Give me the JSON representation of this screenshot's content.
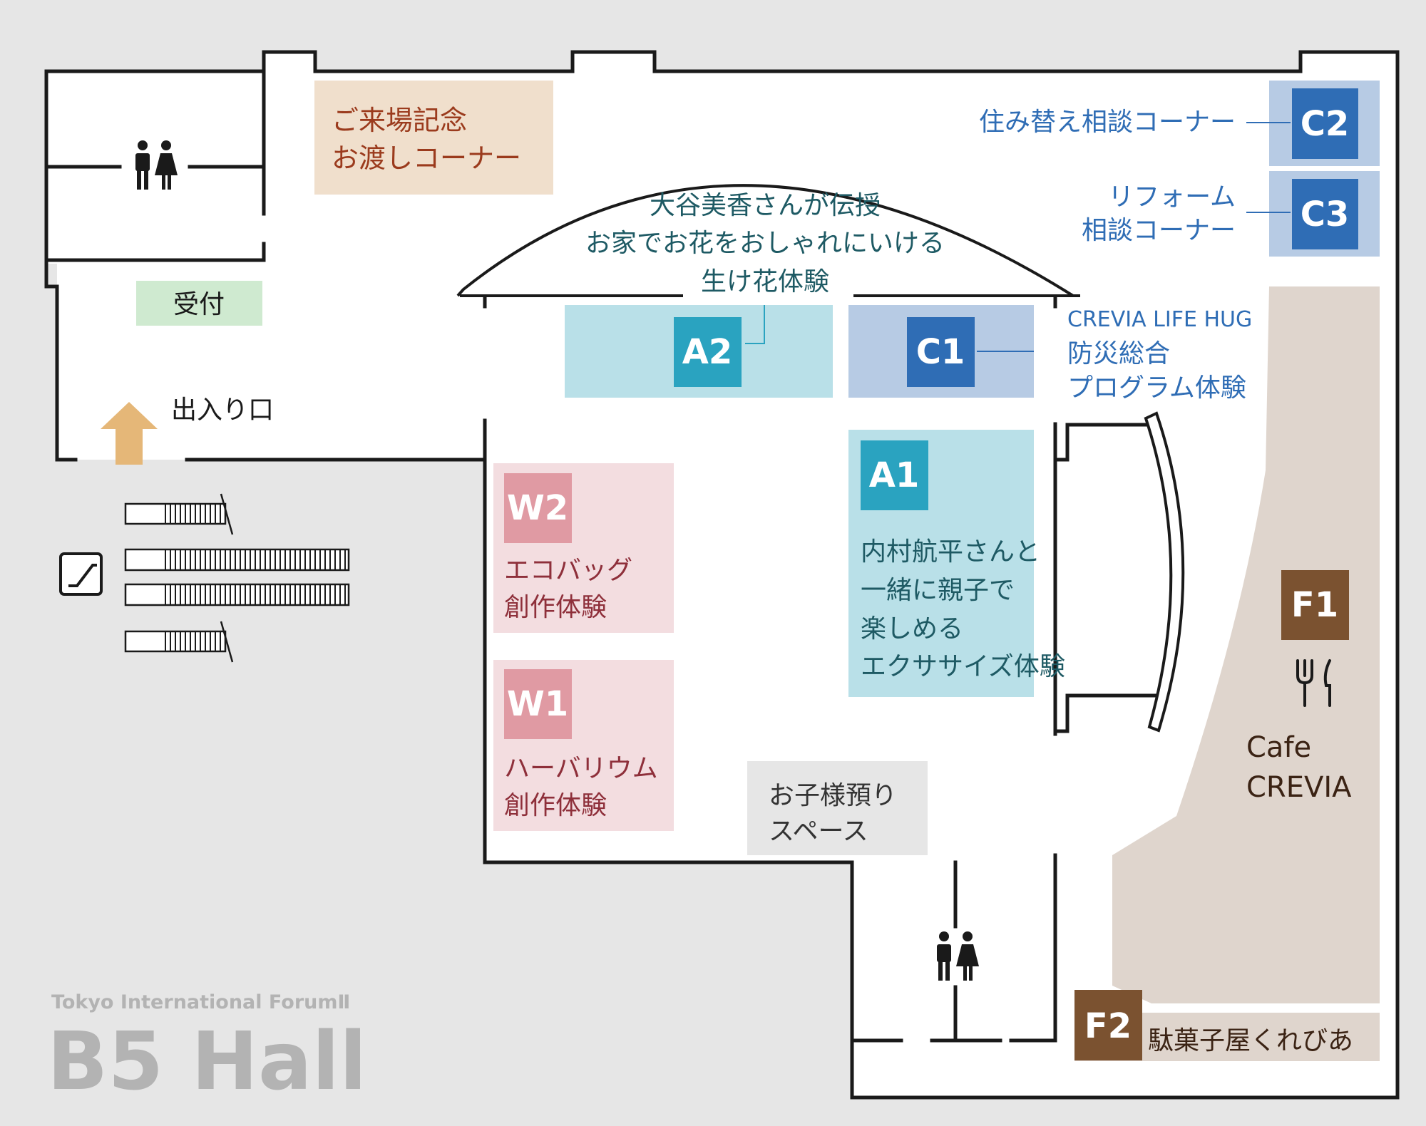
{
  "venue": {
    "line1": "Tokyo International ForumⅡ",
    "line2": "B5 Hall"
  },
  "entrance_label": "出入り口",
  "reception_label": "受付",
  "souvenir": {
    "line1": "ご来場記念",
    "line2": "お渡しコーナー"
  },
  "c2": {
    "code": "C2",
    "label": "住み替え相談コーナー"
  },
  "c3": {
    "code": "C3",
    "line1": "リフォーム",
    "line2": "相談コーナー"
  },
  "a2": {
    "code": "A2",
    "line1": "大谷美香さんが伝授",
    "line2": "お家でお花をおしゃれにいける",
    "line3": "生け花体験"
  },
  "c1": {
    "code": "C1",
    "line1": "CREVIA LIFE HUG",
    "line2": "防災総合",
    "line3": "プログラム体験"
  },
  "a1": {
    "code": "A1",
    "line1": "内村航平さんと",
    "line2": "一緒に親子で",
    "line3": "楽しめる",
    "line4": "エクササイズ体験"
  },
  "w2": {
    "code": "W2",
    "line1": "エコバッグ",
    "line2": "創作体験"
  },
  "w1": {
    "code": "W1",
    "line1": "ハーバリウム",
    "line2": "創作体験"
  },
  "kids": {
    "line1": "お子様預り",
    "line2": "スペース"
  },
  "f1": {
    "code": "F1",
    "line1": "Cafe",
    "line2": "CREVIA"
  },
  "f2": {
    "code": "F2",
    "label": "駄菓子屋くれびあ"
  },
  "icons": [
    "restroom-icon",
    "escalator-icon",
    "restaurant-icon",
    "entrance-arrow-icon"
  ],
  "colors": {
    "background": "#e6e6e6",
    "wall": "#1a1a1a",
    "a_zone": "#b9e0e8",
    "a_badge": "#2aa3c0",
    "a_text": "#1e5a64",
    "c_zone": "#b7cbe4",
    "c_badge": "#2f6db5",
    "c_text": "#2f6db5",
    "w_zone": "#f3dde0",
    "w_badge": "#e09aa3",
    "w_text": "#8e2f3a",
    "cafe_zone": "#dfd5cd",
    "f_badge": "#7b5230",
    "cafe_text": "#3b2314",
    "souvenir_zone": "#f0dfcc",
    "souvenir_text": "#9b3b1d",
    "reception_zone": "#cfead0",
    "kids_zone": "#e6e6e6",
    "arrow": "#e5b778",
    "venue_text": "#b3b3b3"
  }
}
